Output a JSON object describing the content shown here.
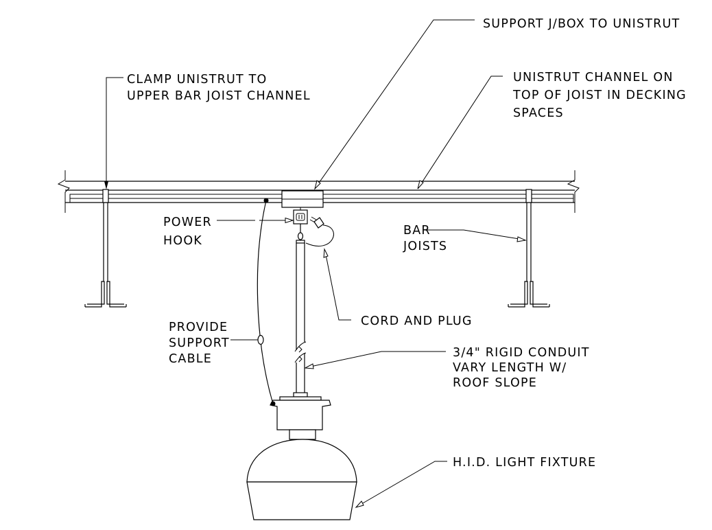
{
  "labels": {
    "support_jbox": "SUPPORT J/BOX TO UNISTRUT",
    "clamp_unistrut_1": "CLAMP UNISTRUT TO",
    "clamp_unistrut_2": "UPPER BAR JOIST CHANNEL",
    "unistrut_channel_1": "UNISTRUT CHANNEL ON",
    "unistrut_channel_2": "TOP OF JOIST IN DECKING",
    "unistrut_channel_3": "SPACES",
    "power_hook_1": "POWER",
    "power_hook_2": "HOOK",
    "bar_joists_1": "BAR",
    "bar_joists_2": "JOISTS",
    "cord_and_plug": "CORD AND PLUG",
    "support_cable_1": "PROVIDE",
    "support_cable_2": "SUPPORT",
    "support_cable_3": "CABLE",
    "conduit_1": "3/4\" RIGID CONDUIT",
    "conduit_2": "VARY LENGTH W/",
    "conduit_3": "ROOF SLOPE",
    "light_fixture": "H.I.D. LIGHT FIXTURE"
  }
}
